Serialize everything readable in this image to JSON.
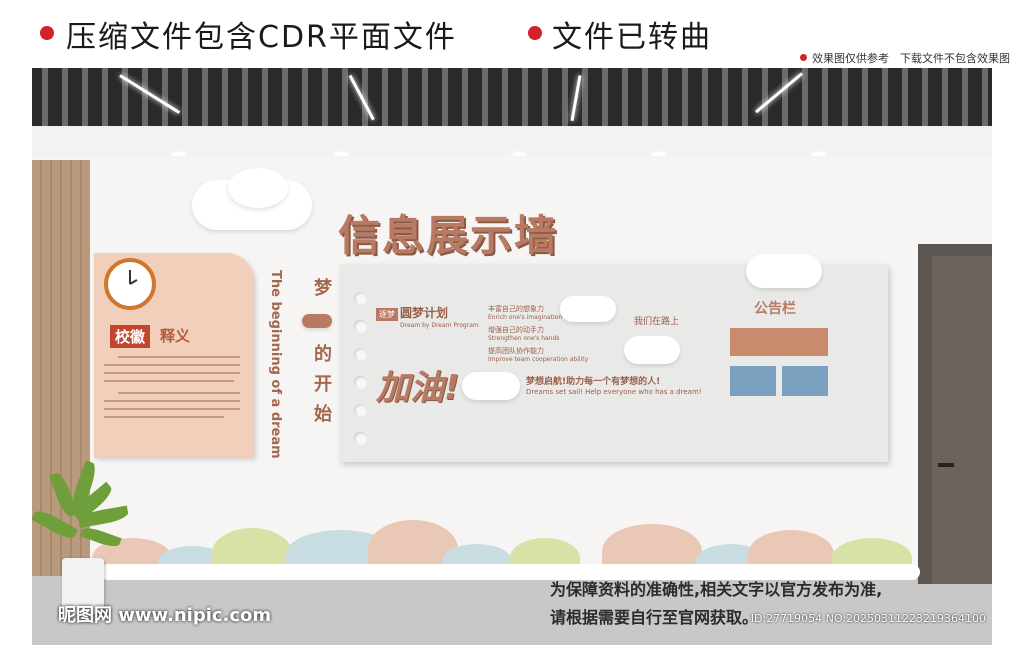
{
  "banner": {
    "headline_1": "压缩文件包含CDR平面文件",
    "headline_2": "文件已转曲",
    "note": "效果图仅供参考　下载文件不包含效果图"
  },
  "wall": {
    "title": "信息展示墙",
    "vertical_en": "The beginning of a dream",
    "vertical_cn_1": "梦",
    "vertical_cn_2": "的",
    "vertical_cn_3": "开",
    "vertical_cn_4": "始",
    "school_badge": "校徽",
    "school_explain": "释义",
    "dream_tag": "逐梦",
    "dream_plan": "圆梦计划",
    "dream_plan_en": "Dream by Dream Program",
    "cheer": "加油!",
    "goals": [
      "丰富自己的想象力",
      "Enrich one's imagination",
      "增强自己的动手力",
      "Strengthen one's hands",
      "提高团队协作能力",
      "Improve team cooperation ability"
    ],
    "on_the_road": "我们在路上",
    "slogan_cn": "梦想启航!助力每一个有梦想的人!",
    "slogan_en": "Dreams set sail! Help everyone who has a dream!",
    "notice_board": "公告栏"
  },
  "watermarks": {
    "disclaimer_1": "为保障资料的准确性,相关文字以官方发布为准,",
    "disclaimer_2": "请根据需要自行至官网获取。",
    "logo": "昵图网 www.nipic.com",
    "id_line": "ID:27719054 NO:20250311223219364100"
  },
  "colors": {
    "accent_brown": "#b87a62",
    "peach": "#f1cfba",
    "notice_orange": "#c98a6d",
    "notice_blue": "#7a9fbf",
    "banner_red": "#d3212a"
  }
}
